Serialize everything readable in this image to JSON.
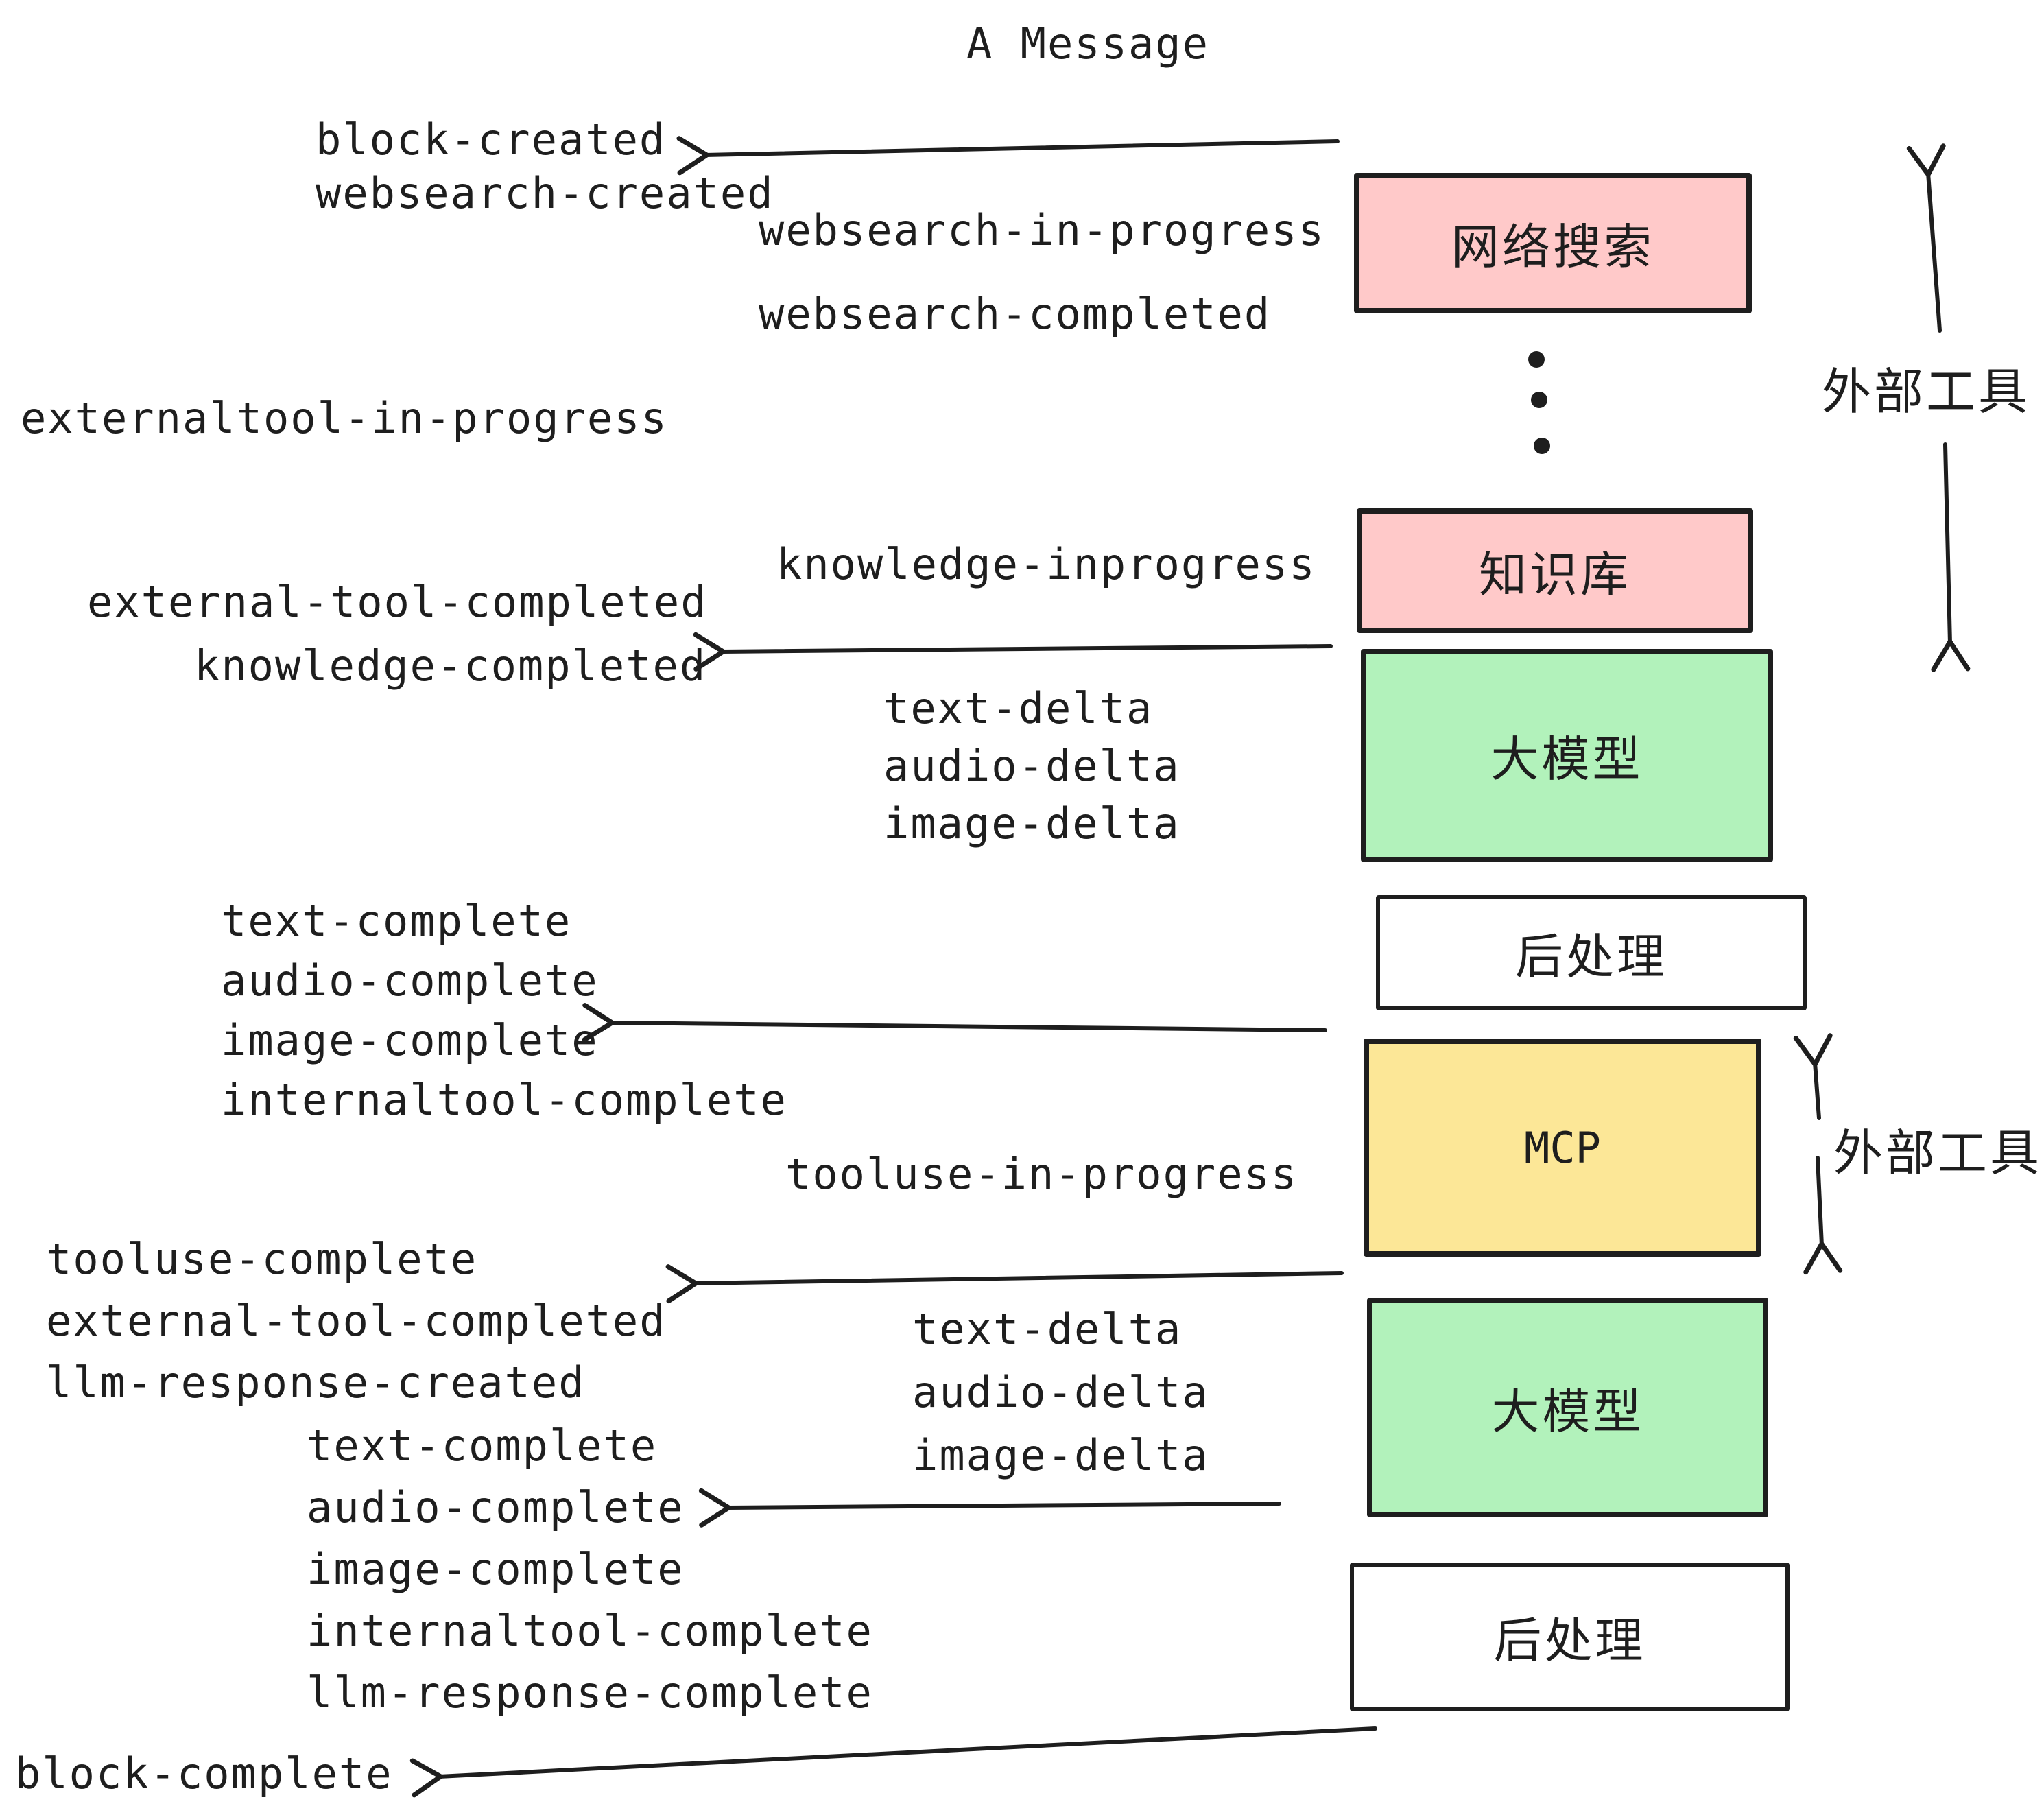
{
  "title": "A Message",
  "colors": {
    "pink": "#ffc9c9",
    "green": "#b2f2bb",
    "yellow": "#fce797",
    "white": "#ffffff",
    "ink": "#1e1e1e"
  },
  "boxes": {
    "websearch": {
      "label": "网络搜索"
    },
    "knowledge": {
      "label": "知识库"
    },
    "llm_top": {
      "label": "大模型"
    },
    "postprocess_top": {
      "label": "后处理"
    },
    "mcp": {
      "label": "MCP"
    },
    "llm_bottom": {
      "label": "大模型"
    },
    "postprocess_bottom": {
      "label": "后处理"
    }
  },
  "annotations": {
    "external_tools_upper": "外部工具",
    "external_tools_lower": "外部工具"
  },
  "events": {
    "block_created": "block-created",
    "websearch_created": "websearch-created",
    "websearch_in_progress": "websearch-in-progress",
    "websearch_completed": "websearch-completed",
    "externaltool_in_progress": "externaltool-in-progress",
    "knowledge_inprogress": "knowledge-inprogress",
    "external_tool_completed": "external-tool-completed",
    "knowledge_completed": "knowledge-completed",
    "text_delta": "text-delta",
    "audio_delta": "audio-delta",
    "image_delta": "image-delta",
    "text_complete": "text-complete",
    "audio_complete": "audio-complete",
    "image_complete": "image-complete",
    "internaltool_complete": "internaltool-complete",
    "tooluse_in_progress": "tooluse-in-progress",
    "tooluse_complete": "tooluse-complete",
    "llm_response_created": "llm-response-created",
    "llm_response_complete": "llm-response-complete",
    "block_complete": "block-complete"
  }
}
